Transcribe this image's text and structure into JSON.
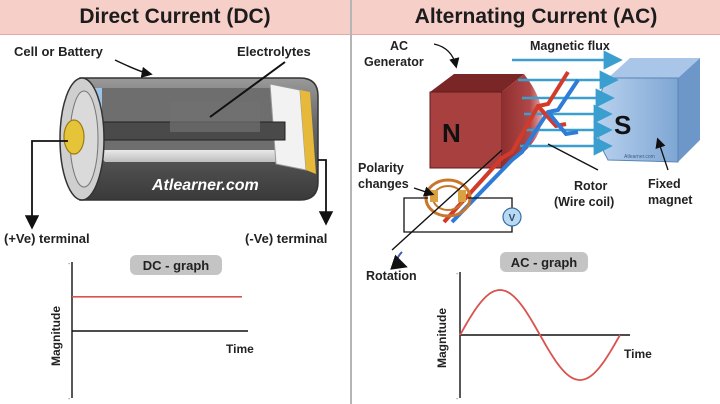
{
  "dc": {
    "title": "Direct Current (DC)",
    "labels": {
      "cell": "Cell or Battery",
      "electrolytes": "Electrolytes",
      "watermark": "Atlearner.com",
      "positive": "(+Ve) terminal",
      "negative": "(-Ve) terminal"
    },
    "graph": {
      "badge": "DC - graph",
      "ylabel": "Magnitude",
      "xlabel": "Time",
      "level_fraction": 0.62,
      "line_color": "#d9534f"
    }
  },
  "ac": {
    "title": "Alternating Current (AC)",
    "labels": {
      "generator_line1": "AC",
      "generator_line2": "Generator",
      "flux": "Magnetic flux",
      "north": "N",
      "south": "S",
      "polarity_line1": "Polarity",
      "polarity_line2": "changes",
      "rotor_line1": "Rotor",
      "rotor_line2": "(Wire coil)",
      "fixed_line1": "Fixed",
      "fixed_line2": "magnet",
      "rotation": "Rotation",
      "meter": "V",
      "watermark": "Atlearner.com"
    },
    "graph": {
      "badge": "AC - graph",
      "ylabel": "Magnitude",
      "xlabel": "Time",
      "line_color": "#d9534f"
    }
  },
  "colors": {
    "header_bg": "#f7cfc9",
    "north_magnet": "#a84040",
    "south_magnet": "#8fb3dc",
    "flux_arrows": "#3a9fcf",
    "battery_body": "#6b6b6b",
    "terminal": "#e6c43a"
  }
}
